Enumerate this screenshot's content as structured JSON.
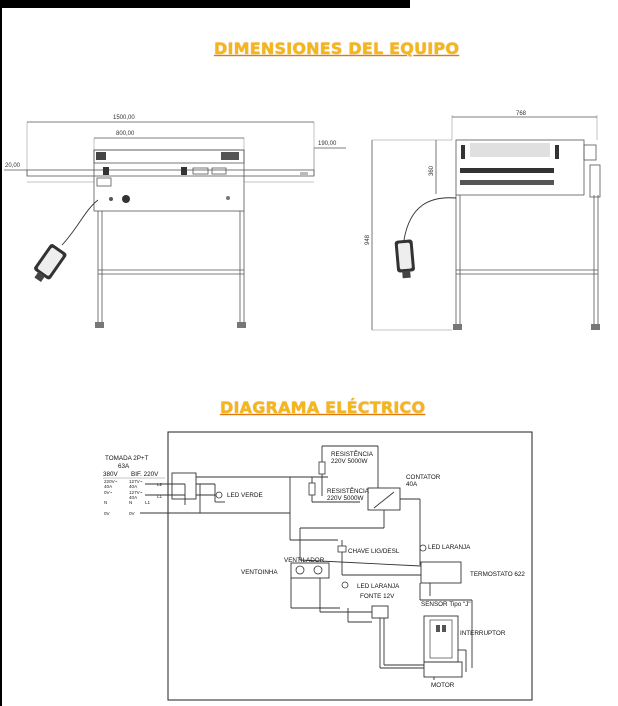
{
  "titles": {
    "dimensions": "DIMENSIONES DEL EQUIPO",
    "diagram": "DIAGRAMA ELÉCTRICO"
  },
  "dimensions": {
    "width_total": "1500,00",
    "width_inner": "800,00",
    "extension_right": "190,00",
    "extension_left": "20,00",
    "depth": "768",
    "height_top": "360",
    "height_total": "948"
  },
  "electrical": {
    "supply_title": "TOMADA 2P+T",
    "supply_amps": "63A",
    "volt_380": "380V",
    "volt_bif": "BIF. 220V",
    "rows": [
      {
        "left": "220V~\n40A",
        "mid": "127V~\n40A",
        "tag": "L2"
      },
      {
        "left": "0V~",
        "mid": "127V~\n40A",
        "tag": "L1"
      },
      {
        "left": "N",
        "mid": "N",
        "tag": "L1"
      },
      {
        "left": "0V",
        "mid": "0V",
        "tag": ""
      }
    ],
    "labels": {
      "led_verde": "LED VERDE",
      "resistencia1_name": "RESISTÊNCIA",
      "resistencia1_spec": "220V  5000W",
      "resistencia2_name": "RESISTÊNCIA",
      "resistencia2_spec": "220V  5000W",
      "contator_name": "CONTATOR",
      "contator_amps": "40A",
      "chave": "CHAVE LIG/DESL",
      "led_laranja1": "LED LARANJA",
      "termostato": "TERMOSTATO 622",
      "ventilador": "VENTILADOR",
      "ventoinha": "VENTOINHA",
      "led_laranja2": "LED LARANJA",
      "fonte": "FONTE 12V",
      "sensor": "SENSOR Tipo \"J\"",
      "interruptor": "INTERRUPTOR",
      "motor": "MOTOR"
    }
  }
}
